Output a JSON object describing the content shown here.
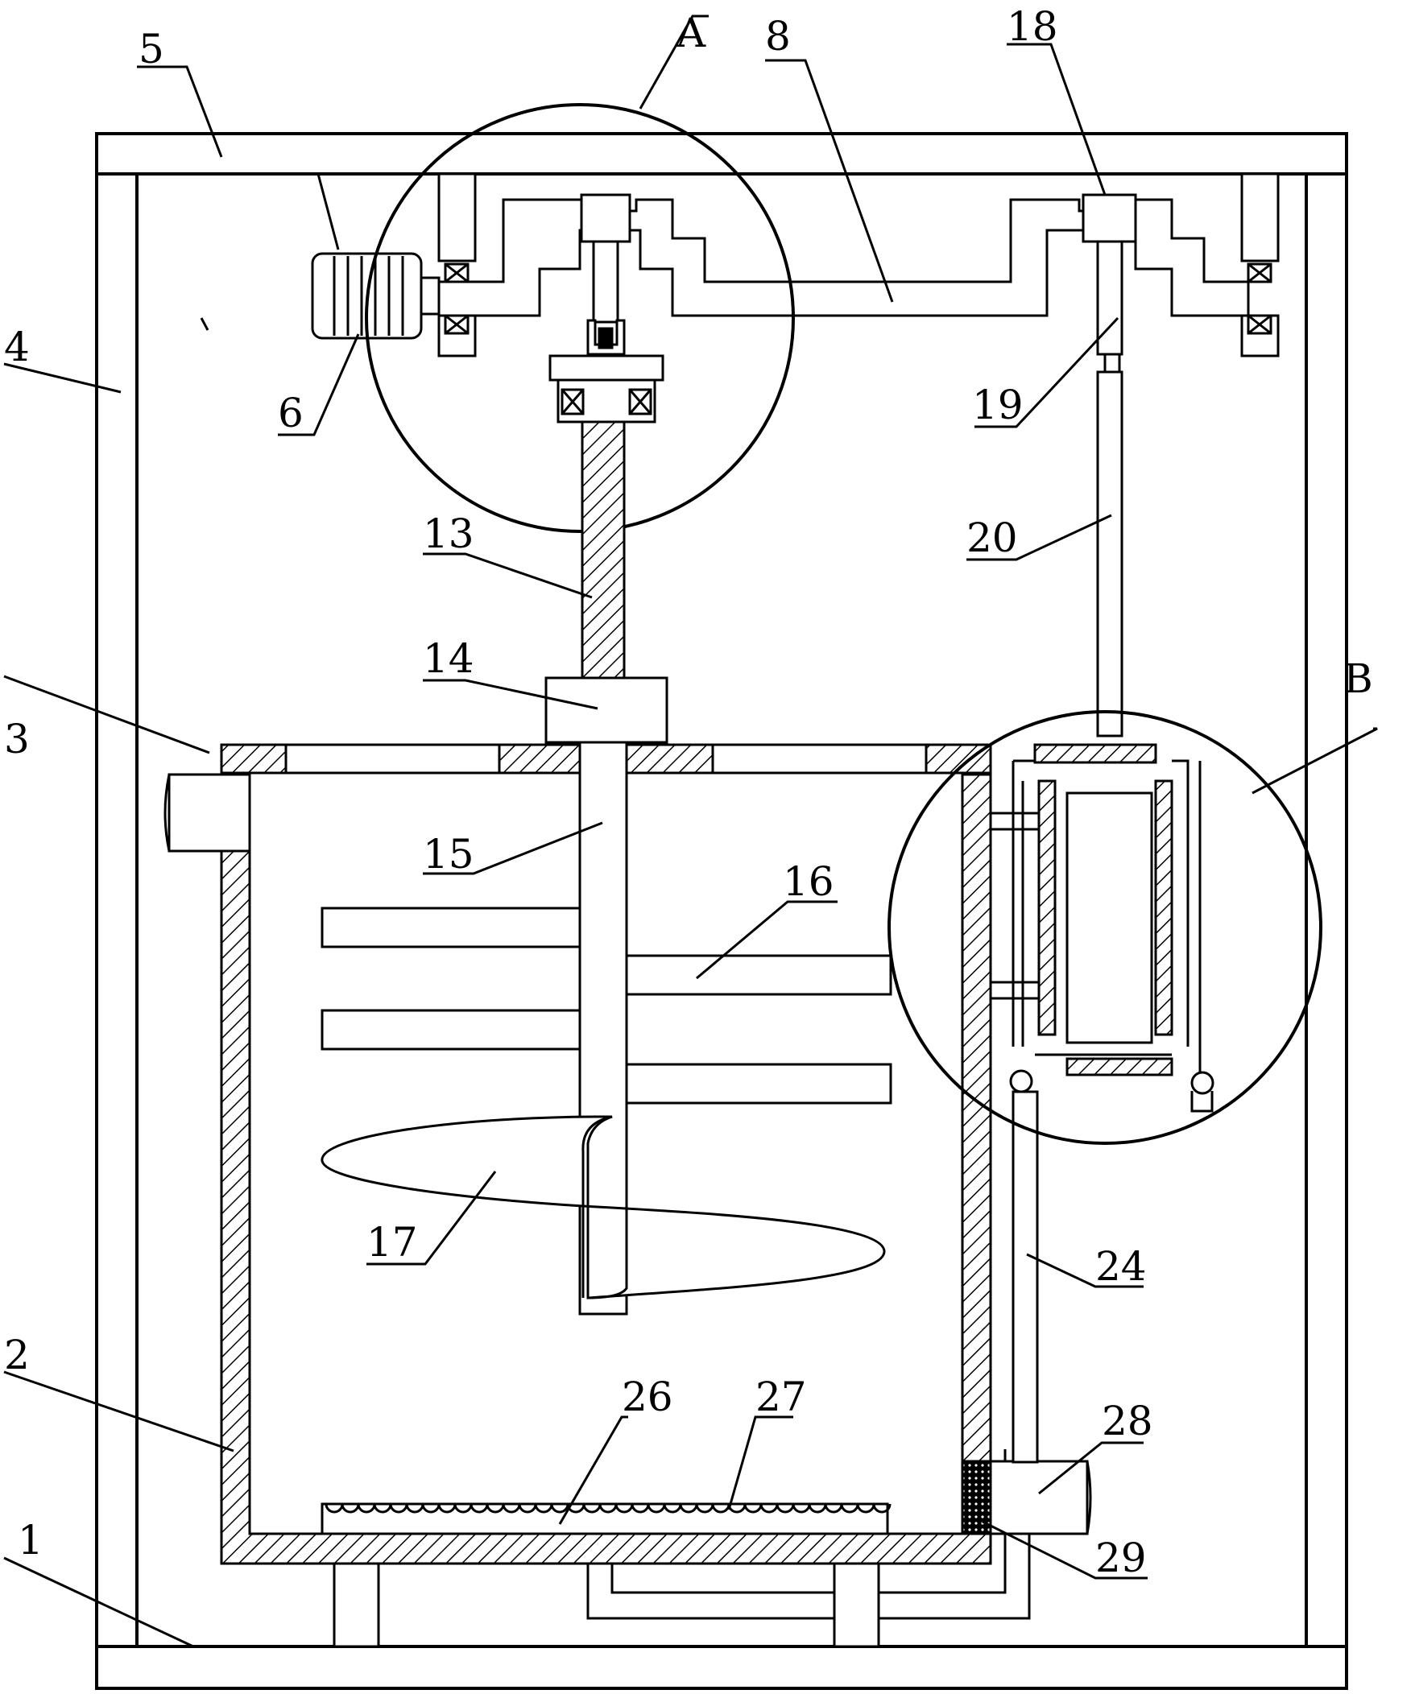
{
  "figure": {
    "callouts": [
      {
        "id": "c1",
        "text": "1"
      },
      {
        "id": "c2",
        "text": "2"
      },
      {
        "id": "c3",
        "text": "3"
      },
      {
        "id": "c4",
        "text": "4"
      },
      {
        "id": "c5",
        "text": "5"
      },
      {
        "id": "c6",
        "text": "6"
      },
      {
        "id": "c8",
        "text": "8"
      },
      {
        "id": "c13",
        "text": "13"
      },
      {
        "id": "c14",
        "text": "14"
      },
      {
        "id": "c15",
        "text": "15"
      },
      {
        "id": "c16",
        "text": "16"
      },
      {
        "id": "c17",
        "text": "17"
      },
      {
        "id": "c18",
        "text": "18"
      },
      {
        "id": "c19",
        "text": "19"
      },
      {
        "id": "c20",
        "text": "20"
      },
      {
        "id": "c24",
        "text": "24"
      },
      {
        "id": "c26",
        "text": "26"
      },
      {
        "id": "c27",
        "text": "27"
      },
      {
        "id": "c28",
        "text": "28"
      },
      {
        "id": "c29",
        "text": "29"
      },
      {
        "id": "cA",
        "text": "A"
      },
      {
        "id": "cB",
        "text": "B"
      }
    ]
  }
}
